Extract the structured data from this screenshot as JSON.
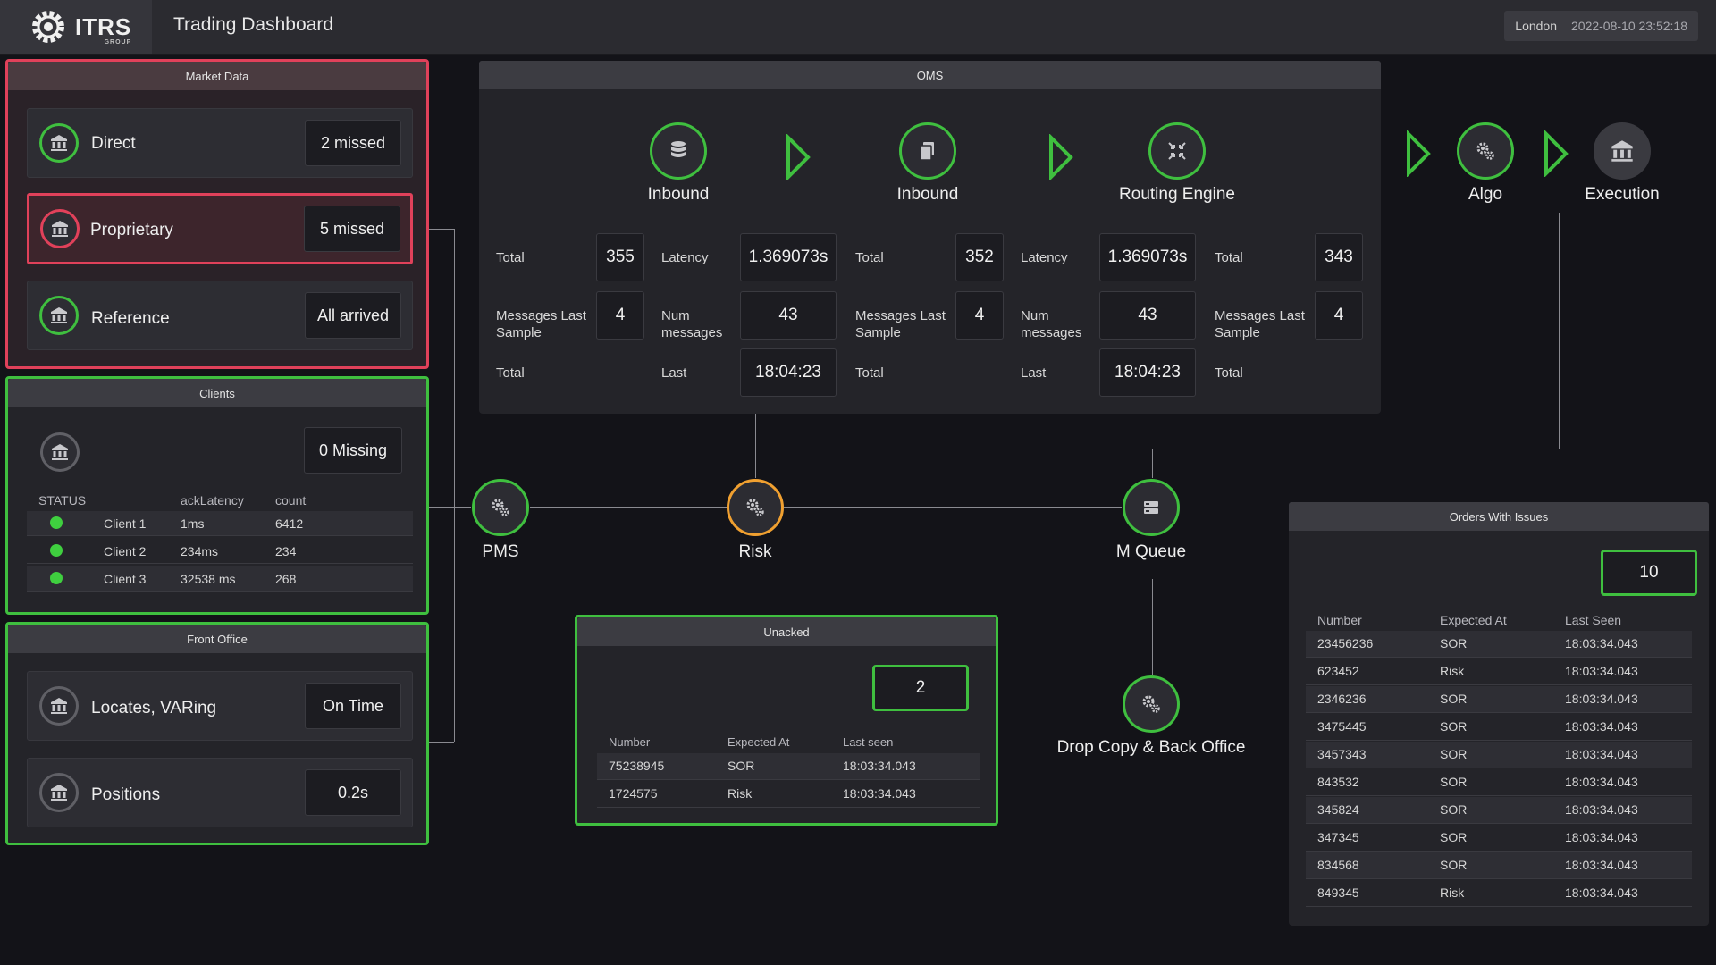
{
  "app": {
    "brand": "ITRS",
    "brand_sub": "GROUP",
    "title": "Trading Dashboard"
  },
  "clock": {
    "location": "London",
    "datetime": "2022-08-10  23:52:18"
  },
  "market_data": {
    "title": "Market Data",
    "rows": [
      {
        "label": "Direct",
        "value": "2 missed",
        "status": "ok"
      },
      {
        "label": "Proprietary",
        "value": "5 missed",
        "status": "error"
      },
      {
        "label": "Reference",
        "value": "All arrived",
        "status": "ok"
      }
    ]
  },
  "clients": {
    "title": "Clients",
    "summary": "0 Missing",
    "headers": [
      "STATUS",
      "ackLatency",
      "count"
    ],
    "rows": [
      {
        "name": "Client 1",
        "latency": "1ms",
        "count": "6412"
      },
      {
        "name": "Client 2",
        "latency": "234ms",
        "count": "234"
      },
      {
        "name": "Client 3",
        "latency": "32538 ms",
        "count": "268"
      }
    ]
  },
  "front_office": {
    "title": "Front Office",
    "rows": [
      {
        "label": "Locates, VARing",
        "value": "On Time"
      },
      {
        "label": "Positions",
        "value": "0.2s"
      }
    ]
  },
  "oms": {
    "title": "OMS",
    "nodes": [
      "Inbound",
      "Inbound",
      "Routing Engine"
    ],
    "labels": {
      "total": "Total",
      "messages_last_sample": "Messages Last Sample",
      "latency": "Latency",
      "num_messages": "Num messages",
      "last": "Last"
    },
    "col1": {
      "total": "355",
      "messages_last_sample": "4"
    },
    "mid1": {
      "latency": "1.369073s",
      "num_messages": "43",
      "last": "18:04:23"
    },
    "col2": {
      "total": "352",
      "messages_last_sample": "4"
    },
    "mid2": {
      "latency": "1.369073s",
      "num_messages": "43",
      "last": "18:04:23"
    },
    "col3": {
      "total": "343",
      "messages_last_sample": "4"
    }
  },
  "flow": {
    "algo": "Algo",
    "execution": "Execution",
    "pms": "PMS",
    "risk": "Risk",
    "mqueue": "M Queue",
    "dropcopy": "Drop Copy & Back Office"
  },
  "unacked": {
    "title": "Unacked",
    "count": "2",
    "headers": [
      "Number",
      "Expected At",
      "Last seen"
    ],
    "rows": [
      {
        "number": "75238945",
        "expected": "SOR",
        "last": "18:03:34.043"
      },
      {
        "number": "1724575",
        "expected": "Risk",
        "last": "18:03:34.043"
      }
    ]
  },
  "orders_issues": {
    "title": "Orders With Issues",
    "count": "10",
    "headers": [
      "Number",
      "Expected At",
      "Last Seen"
    ],
    "rows": [
      {
        "number": "23456236",
        "expected": "SOR",
        "last": "18:03:34.043"
      },
      {
        "number": "623452",
        "expected": "Risk",
        "last": "18:03:34.043"
      },
      {
        "number": "2346236",
        "expected": "SOR",
        "last": "18:03:34.043"
      },
      {
        "number": "3475445",
        "expected": "SOR",
        "last": "18:03:34.043"
      },
      {
        "number": "3457343",
        "expected": "SOR",
        "last": "18:03:34.043"
      },
      {
        "number": "843532",
        "expected": "SOR",
        "last": "18:03:34.043"
      },
      {
        "number": "345824",
        "expected": "SOR",
        "last": "18:03:34.043"
      },
      {
        "number": "347345",
        "expected": "SOR",
        "last": "18:03:34.043"
      },
      {
        "number": "834568",
        "expected": "SOR",
        "last": "18:03:34.043"
      },
      {
        "number": "849345",
        "expected": "Risk",
        "last": "18:03:34.043"
      }
    ]
  },
  "colors": {
    "ok": "#3fbf3f",
    "error": "#e0415a",
    "warning": "#f0a030",
    "status_dot": "#3fcf3f"
  }
}
